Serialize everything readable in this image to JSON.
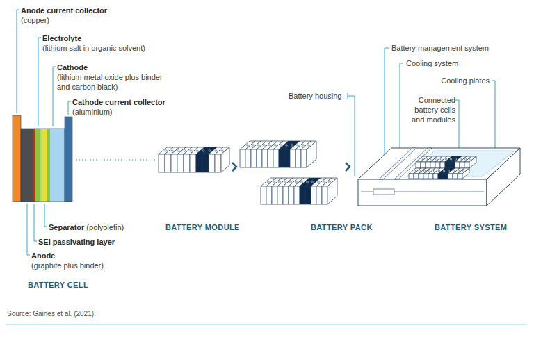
{
  "diagram": {
    "caption": "Source: Gaines et al. (2021).",
    "labels": [
      "Anode current collector",
      "(copper)",
      "Electrolyte",
      "(lithium salt in organic solvent)",
      "Cathode",
      "(lithium metal oxide plus binder and carbon black)",
      "Cathode current collector",
      "(aluminium)",
      "Separator",
      "(polyolefin)",
      "SEI passivating layer",
      "Anode",
      "(graphite plus binder)",
      "BATTERY CELL",
      "BATTERY MODULE",
      "BATTERY PACK",
      "BATTERY SYSTEM",
      "Battery housing",
      "Battery management system",
      "Cooling system",
      "Cooling plates",
      "Connected battery cells and modules"
    ]
  }
}
